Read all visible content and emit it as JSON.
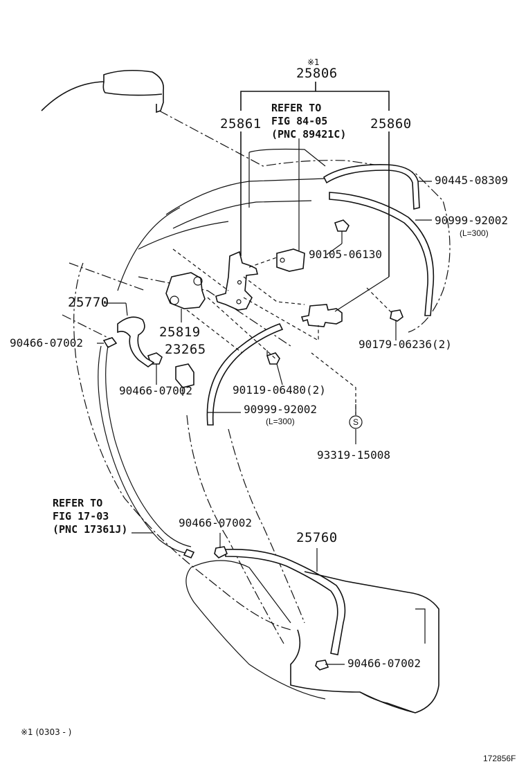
{
  "note_mark": "※1",
  "callouts": {
    "p25806": "25806",
    "p25861": "25861",
    "p25860": "25860",
    "p90445": "90445-08309",
    "p90999a": "90999-92002",
    "p90999a_len": "(L=300)",
    "p90105": "90105-06130",
    "p90179": "90179-06236(2)",
    "p25770": "25770",
    "p25819": "25819",
    "p90466a": "90466-07002",
    "p23265": "23265",
    "p90466b": "90466-07002",
    "p90119": "90119-06480(2)",
    "p90999b": "90999-92002",
    "p90999b_len": "(L=300)",
    "p93319": "93319-15008",
    "p90466c": "90466-07002",
    "p25760": "25760",
    "p90466d": "90466-07002"
  },
  "refer_notes": {
    "top": "REFER TO\nFIG 84-05\n(PNC 89421C)",
    "left": "REFER TO\nFIG 17-03\n(PNC 17361J)"
  },
  "footnote": "※1 (0303 -        )",
  "figure_id": "172856F",
  "s_symbol": "S"
}
